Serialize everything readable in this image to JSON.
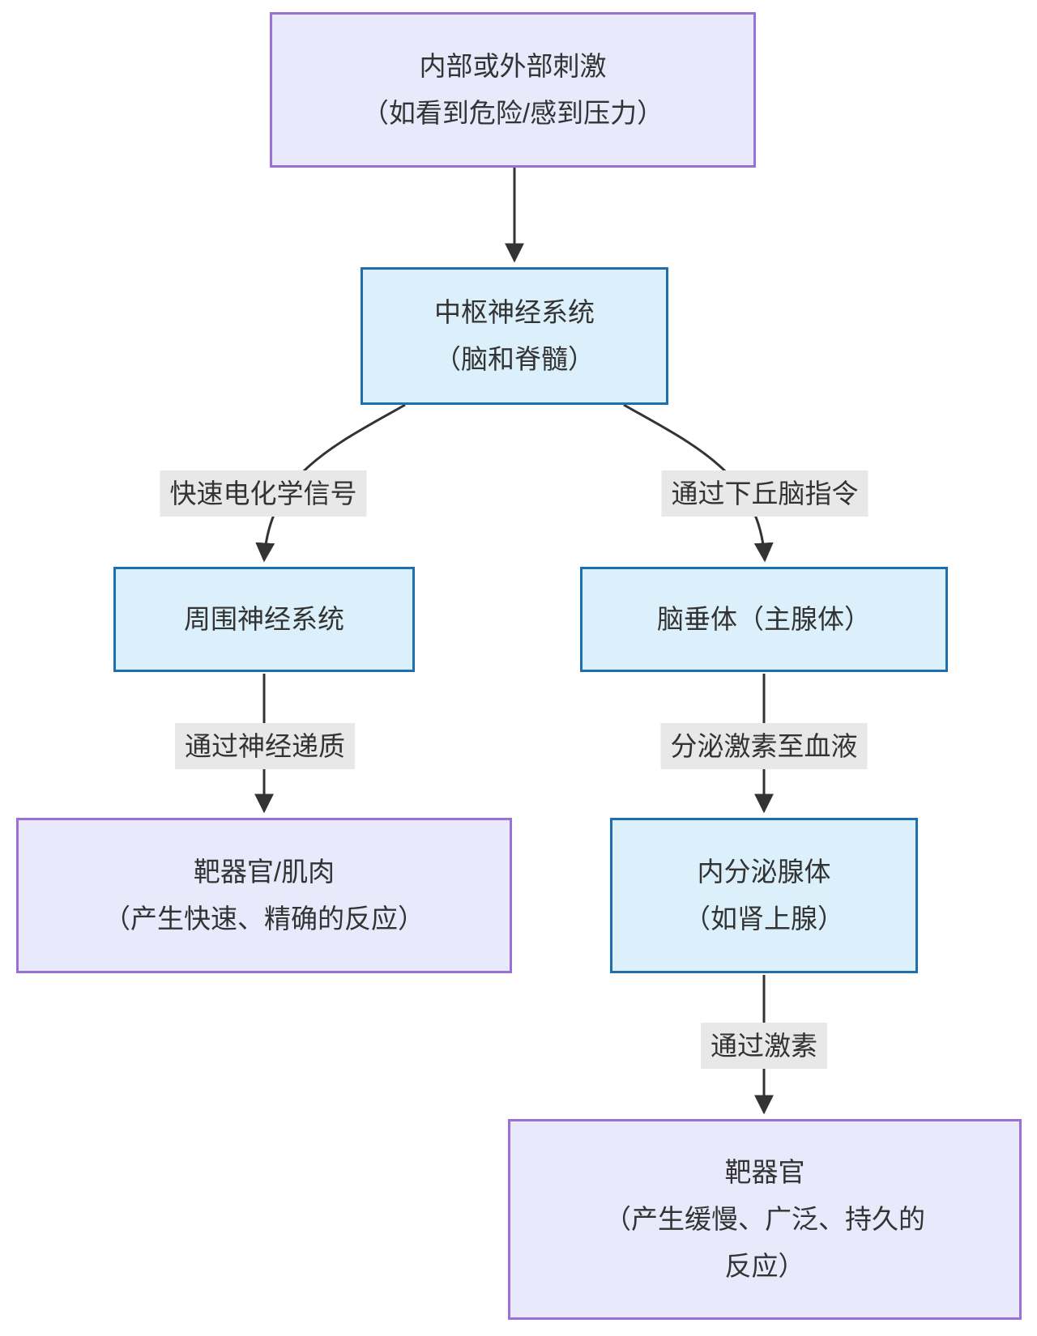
{
  "diagram": {
    "type": "flowchart",
    "direction": "top-down",
    "colors": {
      "background": "#FFFFFF",
      "purple_node_fill": "#E9E9FC",
      "purple_node_border": "#9A70D6",
      "blue_node_fill": "#DCF0FB",
      "blue_node_border": "#1F6FAE",
      "edge_label_bg": "#E8E8E8",
      "text": "#333333",
      "edge_line": "#333333"
    },
    "nodes": {
      "stimulus": {
        "style": "purple",
        "lines": [
          "内部或外部刺激",
          "（如看到危险/感到压力）"
        ]
      },
      "cns": {
        "style": "blue",
        "lines": [
          "中枢神经系统",
          "（脑和脊髓）"
        ]
      },
      "pns": {
        "style": "blue",
        "lines": [
          "周围神经系统"
        ]
      },
      "pituitary": {
        "style": "blue",
        "lines": [
          "脑垂体（主腺体）"
        ]
      },
      "target_muscle": {
        "style": "purple",
        "lines": [
          "靶器官/肌肉",
          "（产生快速、精确的反应）"
        ]
      },
      "endocrine_gland": {
        "style": "blue",
        "lines": [
          "内分泌腺体",
          "（如肾上腺）"
        ]
      },
      "target_organ": {
        "style": "purple",
        "lines": [
          "靶器官",
          "（产生缓慢、广泛、持久的",
          "反应）"
        ]
      }
    },
    "edges": [
      {
        "from": "stimulus",
        "to": "cns",
        "label": ""
      },
      {
        "from": "cns",
        "to": "pns",
        "label": "快速电化学信号"
      },
      {
        "from": "cns",
        "to": "pituitary",
        "label": "通过下丘脑指令"
      },
      {
        "from": "pns",
        "to": "target_muscle",
        "label": "通过神经递质"
      },
      {
        "from": "pituitary",
        "to": "endocrine_gland",
        "label": "分泌激素至血液"
      },
      {
        "from": "endocrine_gland",
        "to": "target_organ",
        "label": "通过激素"
      }
    ]
  }
}
